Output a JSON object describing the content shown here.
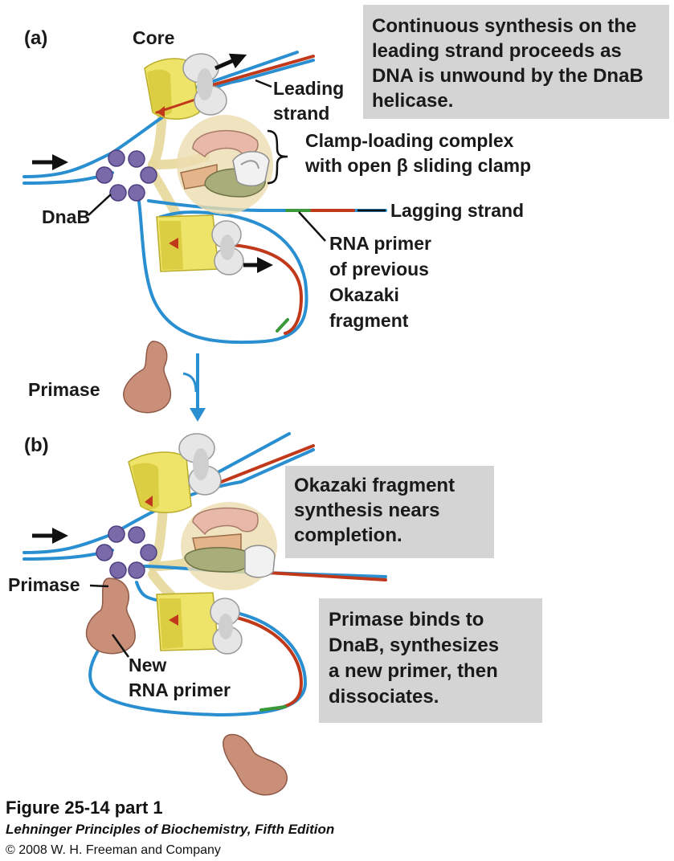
{
  "panel_a": {
    "label": "(a)",
    "core_label": "Core",
    "leading_label_1": "Leading",
    "leading_label_2": "strand",
    "clamp_loader_label_1": "Clamp-loading complex",
    "clamp_loader_label_2": "with open β sliding clamp",
    "dnab_label": "DnaB",
    "lagging_label": "Lagging strand",
    "primer_label_1": "RNA primer",
    "primer_label_2": "of previous",
    "primer_label_3": "Okazaki",
    "primer_label_4": "fragment",
    "primase_label": "Primase",
    "box_lines": [
      "Continuous synthesis on the",
      "leading strand proceeds as",
      "DNA is unwound by the DnaB",
      "helicase."
    ]
  },
  "panel_b": {
    "label": "(b)",
    "primase_label": "Primase",
    "new_primer_label_1": "New",
    "new_primer_label_2": "RNA primer",
    "box1_lines": [
      "Okazaki fragment",
      "synthesis nears",
      "completion."
    ],
    "box2_lines": [
      "Primase binds to",
      "DnaB, synthesizes",
      "a new primer, then",
      "dissociates."
    ]
  },
  "caption": {
    "title": "Figure 25-14 part 1",
    "book": "Lehninger Principles of Biochemistry, Fifth Edition",
    "copyright": "© 2008 W. H. Freeman and Company"
  },
  "colors": {
    "template_dna": "#2a8fd0",
    "new_dna": "#c0391b",
    "rna_primer": "#3a9a3a",
    "core": "#efe46a",
    "helicase": "#7a6aaa",
    "primase": "#c98f78",
    "text_box": "#d4d4d4"
  }
}
